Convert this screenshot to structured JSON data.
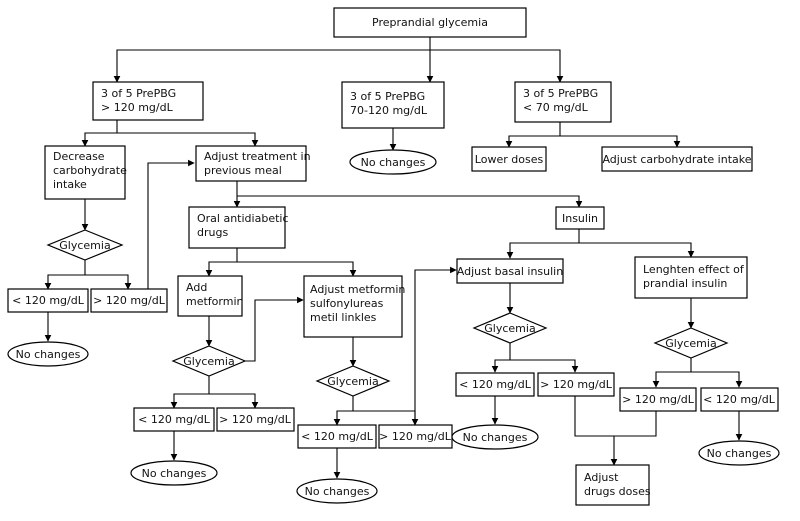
{
  "nodes": {
    "root": {
      "lines": [
        "Preprandial glycemia"
      ]
    },
    "pre_high": {
      "lines": [
        "3 of 5 PrePBG",
        "> 120 mg/dL"
      ]
    },
    "pre_mid": {
      "lines": [
        "3 of 5 PrePBG",
        "70-120 mg/dL"
      ]
    },
    "pre_low": {
      "lines": [
        "3 of 5 PrePBG",
        "< 70 mg/dL"
      ]
    },
    "decrease_carb": {
      "lines": [
        "Decrease",
        "carbohydrate",
        "intake"
      ]
    },
    "adjust_treatment": {
      "lines": [
        "Adjust treatment in",
        "previous meal"
      ]
    },
    "no_changes_mid": {
      "lines": [
        "No changes"
      ]
    },
    "lower_doses": {
      "lines": [
        "Lower doses"
      ]
    },
    "adjust_carb": {
      "lines": [
        "Adjust carbohydrate intake"
      ]
    },
    "glycemia_1": {
      "lines": [
        "Glycemia"
      ]
    },
    "lt120_1": {
      "lines": [
        "< 120 mg/dL"
      ]
    },
    "gt120_1": {
      "lines": [
        "> 120 mg/dL"
      ]
    },
    "no_changes_1": {
      "lines": [
        "No changes"
      ]
    },
    "oral_drugs": {
      "lines": [
        "Oral antidiabetic",
        "drugs"
      ]
    },
    "insulin": {
      "lines": [
        "Insulin"
      ]
    },
    "add_metformin": {
      "lines": [
        "Add",
        "metformin"
      ]
    },
    "adjust_metformin": {
      "lines": [
        "Adjust metformin",
        "sulfonylureas",
        "metil linkles"
      ]
    },
    "glycemia_2": {
      "lines": [
        "Glycemia"
      ]
    },
    "lt120_2": {
      "lines": [
        "< 120 mg/dL"
      ]
    },
    "gt120_2": {
      "lines": [
        "> 120 mg/dL"
      ]
    },
    "no_changes_2": {
      "lines": [
        "No changes"
      ]
    },
    "glycemia_3": {
      "lines": [
        "Glycemia"
      ]
    },
    "lt120_3": {
      "lines": [
        "< 120 mg/dL"
      ]
    },
    "gt120_3": {
      "lines": [
        "> 120 mg/dL"
      ]
    },
    "no_changes_3": {
      "lines": [
        "No changes"
      ]
    },
    "adjust_basal": {
      "lines": [
        "Adjust basal insulin"
      ]
    },
    "lengthen_prandial": {
      "lines": [
        "Lenghten effect of",
        "prandial insulin"
      ]
    },
    "glycemia_4": {
      "lines": [
        "Glycemia"
      ]
    },
    "lt120_4": {
      "lines": [
        "< 120 mg/dL"
      ]
    },
    "gt120_4": {
      "lines": [
        "> 120 mg/dL"
      ]
    },
    "no_changes_4": {
      "lines": [
        "No changes"
      ]
    },
    "glycemia_5": {
      "lines": [
        "Glycemia"
      ]
    },
    "gt120_5": {
      "lines": [
        "> 120 mg/dL"
      ]
    },
    "lt120_5": {
      "lines": [
        "< 120 mg/dL"
      ]
    },
    "no_changes_5": {
      "lines": [
        "No changes"
      ]
    },
    "adjust_drugs": {
      "lines": [
        "Adjust",
        "drugs doses"
      ]
    }
  },
  "edges": [
    [
      "root",
      "pre_high"
    ],
    [
      "root",
      "pre_mid"
    ],
    [
      "root",
      "pre_low"
    ],
    [
      "pre_high",
      "decrease_carb"
    ],
    [
      "pre_high",
      "adjust_treatment"
    ],
    [
      "pre_mid",
      "no_changes_mid"
    ],
    [
      "pre_low",
      "lower_doses"
    ],
    [
      "pre_low",
      "adjust_carb"
    ],
    [
      "decrease_carb",
      "glycemia_1"
    ],
    [
      "glycemia_1",
      "lt120_1"
    ],
    [
      "glycemia_1",
      "gt120_1"
    ],
    [
      "lt120_1",
      "no_changes_1"
    ],
    [
      "gt120_1",
      "adjust_treatment"
    ],
    [
      "adjust_treatment",
      "oral_drugs"
    ],
    [
      "adjust_treatment",
      "insulin"
    ],
    [
      "oral_drugs",
      "add_metformin"
    ],
    [
      "oral_drugs",
      "adjust_metformin"
    ],
    [
      "add_metformin",
      "glycemia_2"
    ],
    [
      "glycemia_2",
      "lt120_2"
    ],
    [
      "glycemia_2",
      "gt120_2"
    ],
    [
      "glycemia_2",
      "adjust_metformin"
    ],
    [
      "lt120_2",
      "no_changes_2"
    ],
    [
      "adjust_metformin",
      "glycemia_3"
    ],
    [
      "glycemia_3",
      "lt120_3"
    ],
    [
      "glycemia_3",
      "gt120_3"
    ],
    [
      "lt120_3",
      "no_changes_3"
    ],
    [
      "gt120_3",
      "adjust_basal"
    ],
    [
      "insulin",
      "adjust_basal"
    ],
    [
      "insulin",
      "lengthen_prandial"
    ],
    [
      "adjust_basal",
      "glycemia_4"
    ],
    [
      "glycemia_4",
      "lt120_4"
    ],
    [
      "glycemia_4",
      "gt120_4"
    ],
    [
      "lt120_4",
      "no_changes_4"
    ],
    [
      "gt120_4",
      "adjust_drugs"
    ],
    [
      "lengthen_prandial",
      "glycemia_5"
    ],
    [
      "glycemia_5",
      "gt120_5"
    ],
    [
      "glycemia_5",
      "lt120_5"
    ],
    [
      "gt120_5",
      "adjust_drugs"
    ],
    [
      "lt120_5",
      "no_changes_5"
    ]
  ]
}
